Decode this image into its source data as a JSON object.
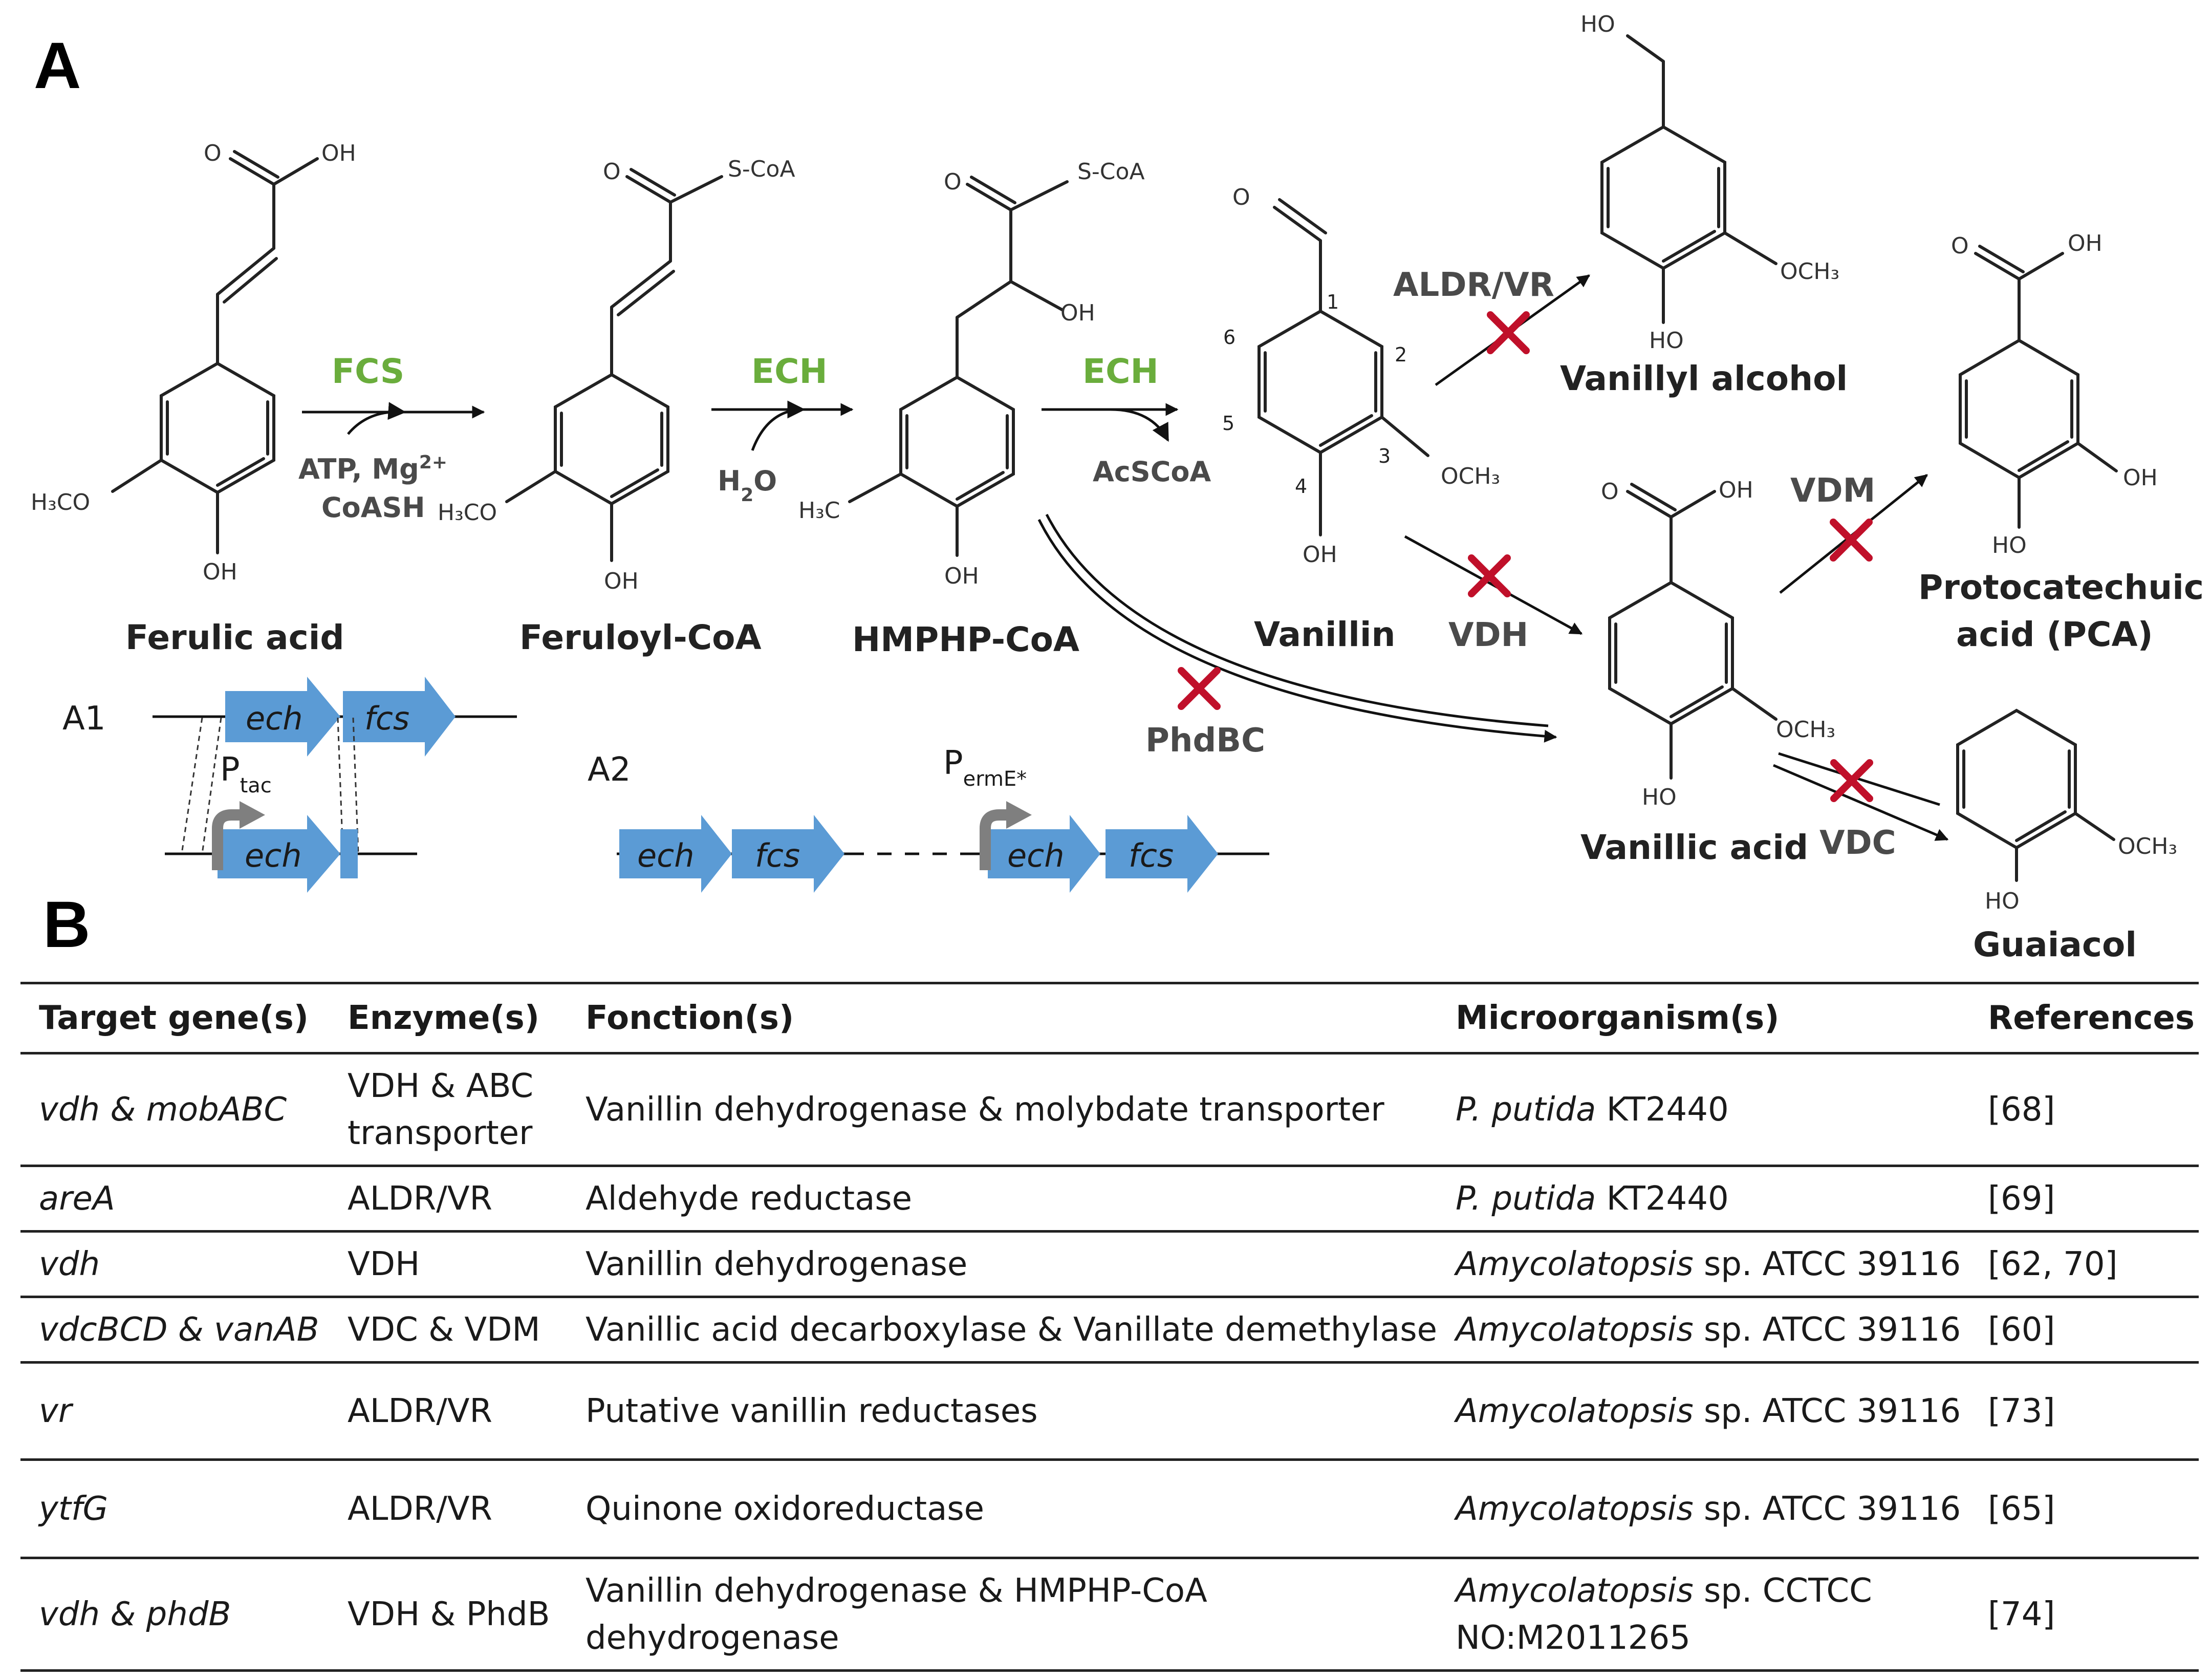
{
  "panel_a": {
    "label": "A",
    "compounds": {
      "ferulic_acid": "Ferulic acid",
      "feruloyl_coa": "Feruloyl-CoA",
      "hmphp_coa": "HMPHP-CoA",
      "vanillin": "Vanillin",
      "vanillyl_alcohol": "Vanillyl alcohol",
      "protocatechuic_line1": "Protocatechuic",
      "protocatechuic_line2": "acid (PCA)",
      "vanillic_acid": "Vanillic acid",
      "guaiacol": "Guaiacol"
    },
    "enzymes": {
      "fcs": "FCS",
      "ech1": "ECH",
      "ech2": "ECH",
      "aldr_vr": "ALDR/VR",
      "vdh": "VDH",
      "vdm": "VDM",
      "vdc": "VDC",
      "phdbc": "PhdBC"
    },
    "cofactors": {
      "atp_mg": "ATP, Mg",
      "mg_charge": "2+",
      "coash": "CoASH",
      "h2o_h": "H",
      "h2o_sub": "2",
      "h2o_o": "O",
      "acscoa": "AcSCoA"
    },
    "atoms": {
      "o": "O",
      "oh": "OH",
      "ho": "HO",
      "s_coa": "S-CoA",
      "h3co": "H₃CO",
      "h3c": "H₃C",
      "och3": "OCH₃"
    },
    "ring_numbers": [
      "1",
      "2",
      "3",
      "4",
      "5",
      "6"
    ],
    "a1": {
      "label": "A1",
      "gene_ech": "ech",
      "gene_fcs": "fcs",
      "promoter": "P",
      "promoter_sub": "tac"
    },
    "a2": {
      "label": "A2",
      "gene_ech": "ech",
      "gene_fcs": "fcs",
      "promoter": "P",
      "promoter_sub": "ermE*"
    },
    "colors": {
      "enzyme_green": "#6aad3c",
      "gene_blue": "#5b9bd5",
      "promoter_gray": "#7f7f7f",
      "knockout_red": "#c0102a"
    }
  },
  "panel_b": {
    "label": "B",
    "headers": [
      "Target gene(s)",
      "Enzyme(s)",
      "Fonction(s)",
      "Microorganism(s)",
      "References"
    ],
    "rows": [
      {
        "gene": "vdh & mobABC",
        "enzyme_l1": "VDH & ABC",
        "enzyme_l2": "transporter",
        "function_l1": "Vanillin dehydrogenase & molybdate transporter",
        "function_l2": "",
        "org_italic": "P. putida",
        "org_rest": " KT2440",
        "org_l2": "",
        "ref": "[68]"
      },
      {
        "gene": "areA",
        "enzyme_l1": "ALDR/VR",
        "enzyme_l2": "",
        "function_l1": "Aldehyde reductase",
        "function_l2": "",
        "org_italic": "P. putida",
        "org_rest": " KT2440",
        "org_l2": "",
        "ref": "[69]"
      },
      {
        "gene": "vdh",
        "enzyme_l1": "VDH",
        "enzyme_l2": "",
        "function_l1": "Vanillin dehydrogenase",
        "function_l2": "",
        "org_italic": "Amycolatopsis",
        "org_rest": " sp. ATCC 39116",
        "org_l2": "",
        "ref": "[62, 70]"
      },
      {
        "gene": "vdcBCD & vanAB",
        "enzyme_l1": "VDC & VDM",
        "enzyme_l2": "",
        "function_l1": "Vanillic acid decarboxylase & Vanillate demethylase",
        "function_l2": "",
        "org_italic": "Amycolatopsis",
        "org_rest": " sp. ATCC 39116",
        "org_l2": "",
        "ref": "[60]"
      },
      {
        "gene": "vr",
        "enzyme_l1": "ALDR/VR",
        "enzyme_l2": "",
        "function_l1": "Putative vanillin reductases",
        "function_l2": "",
        "org_italic": "Amycolatopsis",
        "org_rest": " sp. ATCC 39116",
        "org_l2": "",
        "ref": "[73]"
      },
      {
        "gene": "ytfG",
        "enzyme_l1": "ALDR/VR",
        "enzyme_l2": "",
        "function_l1": "Quinone oxidoreductase",
        "function_l2": "",
        "org_italic": "Amycolatopsis",
        "org_rest": " sp. ATCC 39116",
        "org_l2": "",
        "ref": "[65]"
      },
      {
        "gene": "vdh & phdB",
        "enzyme_l1": "VDH & PhdB",
        "enzyme_l2": "",
        "function_l1": "Vanillin dehydrogenase & HMPHP-CoA",
        "function_l2": "dehydrogenase",
        "org_italic": "Amycolatopsis",
        "org_rest": " sp. CCTCC",
        "org_l2": "NO:M2011265",
        "ref": "[74]"
      }
    ]
  }
}
